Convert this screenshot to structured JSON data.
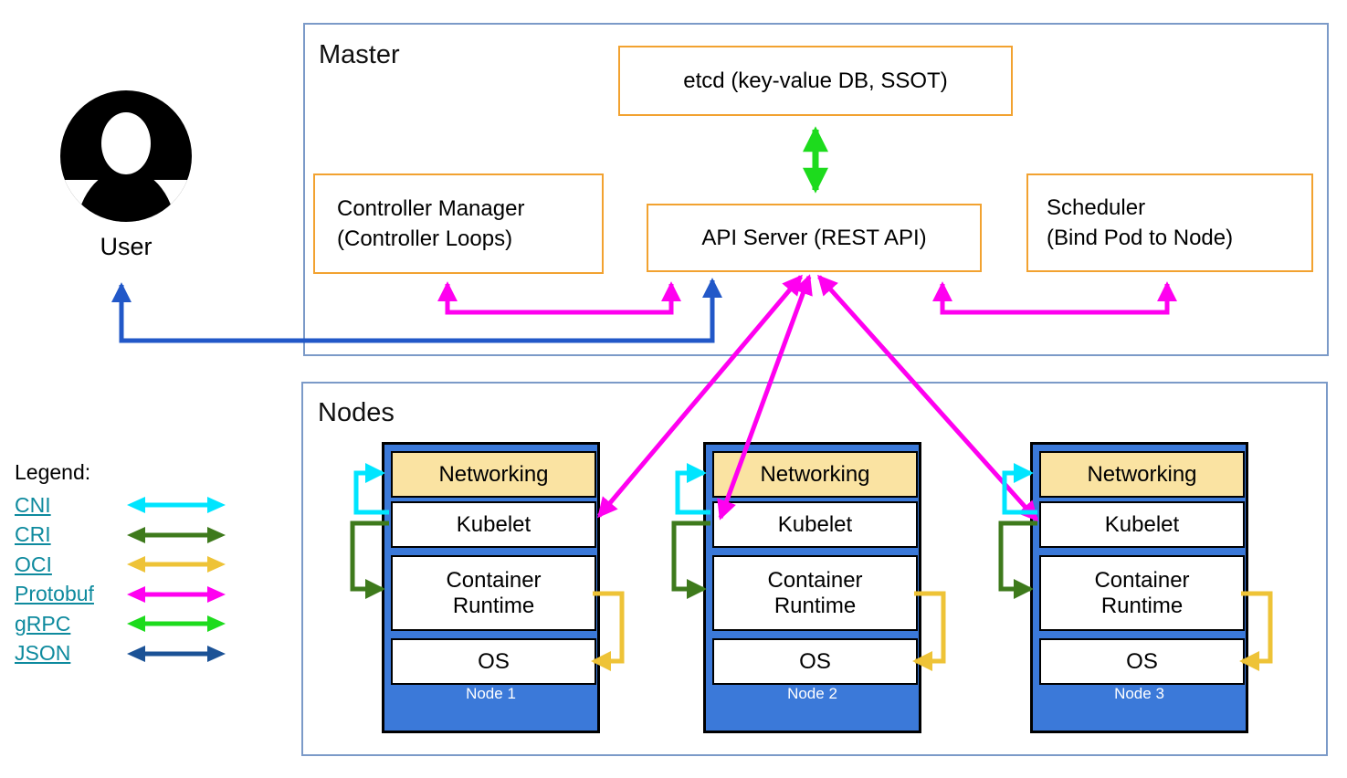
{
  "master": {
    "title": "Master",
    "etcd_label": "etcd (key-value DB, SSOT)",
    "controller_manager_line1": "Controller Manager",
    "controller_manager_line2": "(Controller Loops)",
    "api_server_label": "API Server (REST API)",
    "scheduler_line1": "Scheduler",
    "scheduler_line2": "(Bind Pod to Node)"
  },
  "user": {
    "label": "User"
  },
  "nodes": {
    "title": "Nodes",
    "layers": {
      "networking": "Networking",
      "kubelet": "Kubelet",
      "container_runtime": "Container\nRuntime",
      "os": "OS"
    },
    "items": [
      {
        "caption": "Node 1"
      },
      {
        "caption": "Node 2"
      },
      {
        "caption": "Node 3"
      }
    ]
  },
  "legend": {
    "title": "Legend:",
    "items": [
      {
        "label": "CNI",
        "color": "#00e5ff"
      },
      {
        "label": "CRI",
        "color": "#3e7a1c"
      },
      {
        "label": "OCI",
        "color": "#eec337"
      },
      {
        "label": "Protobuf",
        "color": "#ff00f0"
      },
      {
        "label": "gRPC",
        "color": "#1ddb1d"
      },
      {
        "label": "JSON",
        "color": "#1b5296"
      }
    ]
  },
  "colors": {
    "component_border_orange": "#f2a230",
    "container_border_blue": "#7b9ac8",
    "node_fill_blue": "#3b79d9",
    "networking_fill": "#fae3a2",
    "user_api_arrow_blue": "#2258c8",
    "legend_link_teal": "#0e8a9e"
  }
}
